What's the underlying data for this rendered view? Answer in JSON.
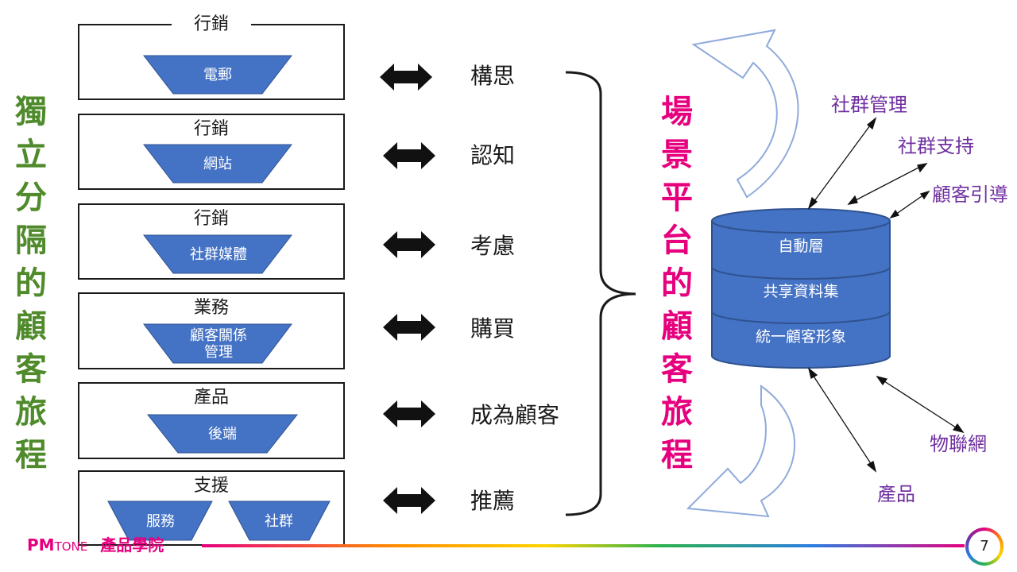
{
  "left_title": [
    "獨",
    "立",
    "分",
    "隔",
    "的",
    "顧",
    "客",
    "旅",
    "程"
  ],
  "center_title": [
    "場",
    "景",
    "平",
    "台",
    "的",
    "顧",
    "客",
    "旅",
    "程"
  ],
  "departments": [
    {
      "label": "行銷",
      "items": [
        "電郵"
      ]
    },
    {
      "label": "行銷",
      "items": [
        "網站"
      ]
    },
    {
      "label": "行銷",
      "items": [
        "社群媒體"
      ]
    },
    {
      "label": "業務",
      "items": [
        "顧客關係\n管理"
      ]
    },
    {
      "label": "產品",
      "items": [
        "後端"
      ]
    },
    {
      "label": "支援",
      "items": [
        "服務",
        "社群"
      ]
    }
  ],
  "stages": [
    "構思",
    "認知",
    "考慮",
    "購買",
    "成為顧客",
    "推薦"
  ],
  "database_layers": [
    "自動層",
    "共享資料集",
    "統一顧客形象"
  ],
  "platform_labels": {
    "community_mgmt": "社群管理",
    "community_support": "社群支持",
    "customer_guidance": "顧客引導",
    "iot": "物聯網",
    "product": "產品"
  },
  "footer": {
    "brand_p": "PM",
    "brand_tone": "TONE",
    "academy": "產品學院",
    "page_number": "7"
  },
  "colors": {
    "left_title": "#4f8a2b",
    "center_title": "#e6007e",
    "trapezoid_fill": "#4472c4",
    "platform_label": "#7030a0",
    "cylinder_fill": "#4472c4"
  }
}
